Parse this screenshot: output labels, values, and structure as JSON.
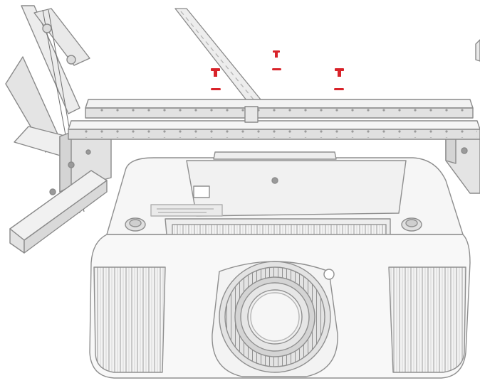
{
  "diagram": {
    "subject": "projector-ceiling-mount-installation",
    "screws": [
      {
        "id": "screw-left",
        "label": ""
      },
      {
        "id": "screw-center",
        "label": ""
      },
      {
        "id": "screw-right",
        "label": ""
      }
    ],
    "colors": {
      "screw": "#d8232a",
      "line": "#8a8a8a",
      "fill_light": "#f4f4f4",
      "fill_mid": "#e6e6e6",
      "fill_dark": "#cfcfcf",
      "background": "#ffffff"
    }
  }
}
